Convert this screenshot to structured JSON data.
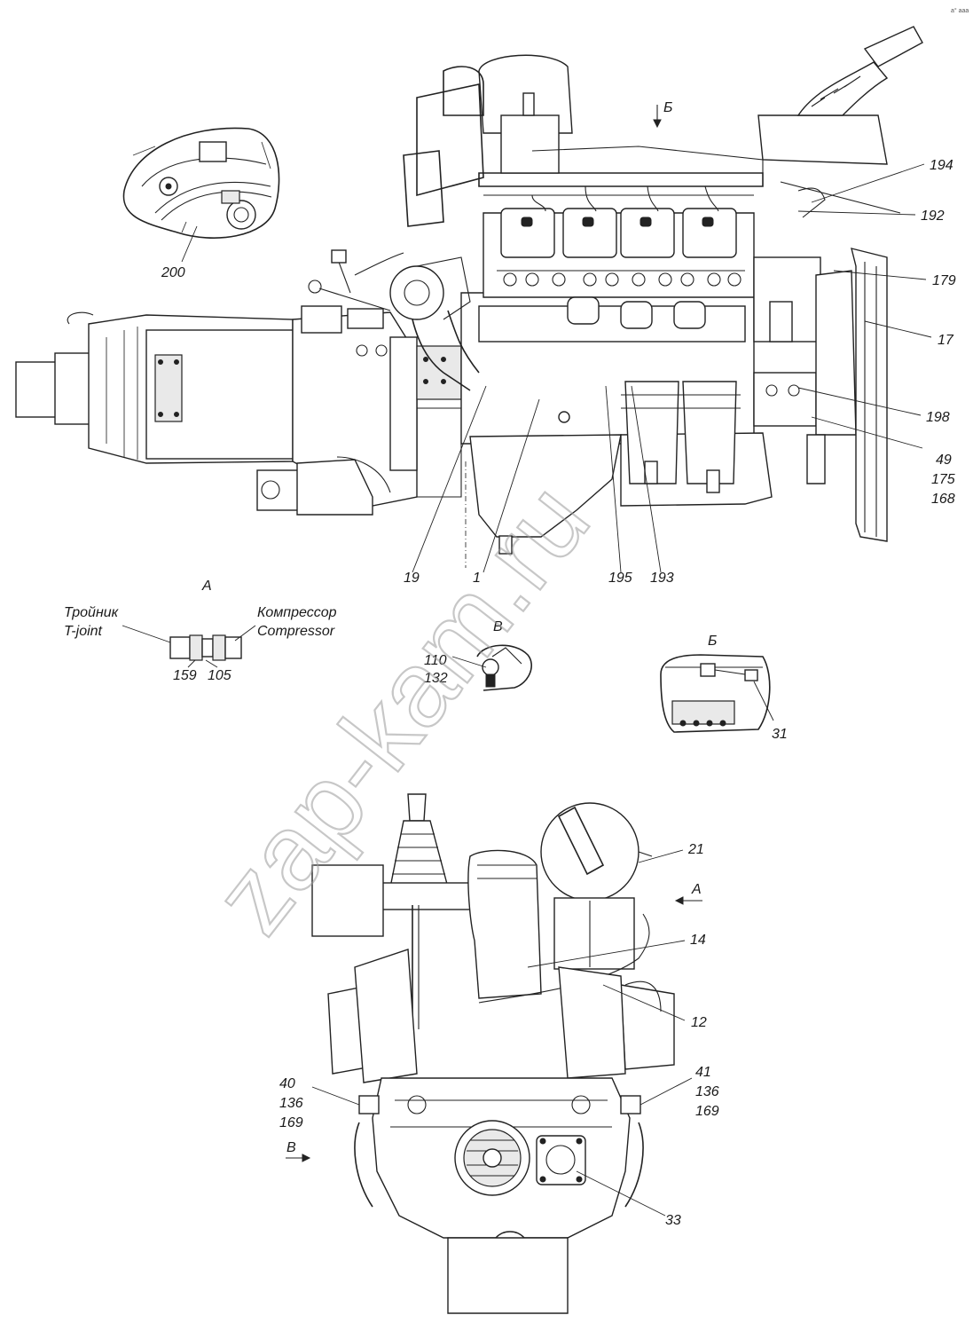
{
  "corner_mark": "а° ааа",
  "views": {
    "view_a_title": "А",
    "view_b_title": "Б",
    "view_v_title": "В",
    "arrow_b_top": "Б",
    "arrow_a_front": "А",
    "arrow_v_front": "В"
  },
  "detail_a": {
    "tee_ru": "Тройник",
    "tee_en": "T-joint",
    "compressor_ru": "Компрессор",
    "compressor_en": "Compressor",
    "part_159": "159",
    "part_105": "105"
  },
  "detail_v": {
    "part_110": "110",
    "part_132": "132"
  },
  "detail_b": {
    "part_31": "31"
  },
  "side_view_labels": {
    "p200": "200",
    "p194": "194",
    "p192": "192",
    "p179": "179",
    "p17": "17",
    "p198": "198",
    "p49": "49",
    "p175": "175",
    "p168": "168",
    "p19": "19",
    "p1": "1",
    "p195": "195",
    "p193": "193"
  },
  "front_view_labels": {
    "p21": "21",
    "p14": "14",
    "p12": "12",
    "p41": "41",
    "p136r": "136",
    "p169r": "169",
    "p40": "40",
    "p136l": "136",
    "p169l": "169",
    "p33": "33"
  },
  "watermark": "zap-kam.ru",
  "icons": {
    "view_arrow": "arrow-right-icon"
  }
}
